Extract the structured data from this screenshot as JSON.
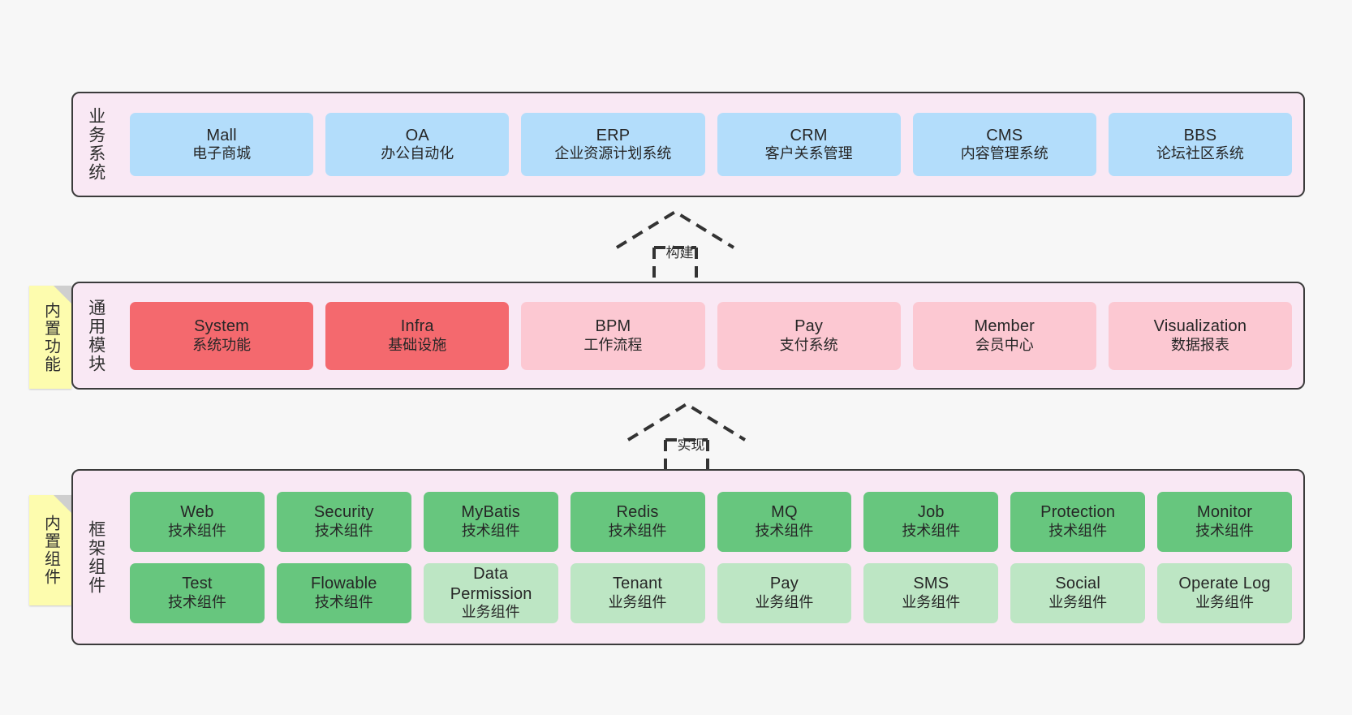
{
  "diagram": {
    "background": "#f7f7f7",
    "panel_bg": "#f9e8f4",
    "panel_border": "#3b3b3b"
  },
  "colors": {
    "business": "#b3ddfb",
    "module_core": "#f4696e",
    "module_other": "#fcc8d2",
    "tech_component": "#67c67e",
    "business_component": "#bde6c4",
    "sticky": "#fdfcae",
    "sticky_fold": "#cfcfcf"
  },
  "layers": [
    {
      "id": "business-system",
      "title": "业务系统",
      "rows": [
        [
          {
            "en": "Mall",
            "cn": "电子商城",
            "color": "#b3ddfb"
          },
          {
            "en": "OA",
            "cn": "办公自动化",
            "color": "#b3ddfb"
          },
          {
            "en": "ERP",
            "cn": "企业资源计划系统",
            "color": "#b3ddfb"
          },
          {
            "en": "CRM",
            "cn": "客户关系管理",
            "color": "#b3ddfb"
          },
          {
            "en": "CMS",
            "cn": "内容管理系统",
            "color": "#b3ddfb"
          },
          {
            "en": "BBS",
            "cn": "论坛社区系统",
            "color": "#b3ddfb"
          }
        ]
      ]
    },
    {
      "id": "common-module",
      "title": "通用模块",
      "sticky": "内置功能",
      "rows": [
        [
          {
            "en": "System",
            "cn": "系统功能",
            "color": "#f4696e"
          },
          {
            "en": "Infra",
            "cn": "基础设施",
            "color": "#f4696e"
          },
          {
            "en": "BPM",
            "cn": "工作流程",
            "color": "#fcc8d2"
          },
          {
            "en": "Pay",
            "cn": "支付系统",
            "color": "#fcc8d2"
          },
          {
            "en": "Member",
            "cn": "会员中心",
            "color": "#fcc8d2"
          },
          {
            "en": "Visualization",
            "cn": "数据报表",
            "color": "#fcc8d2"
          }
        ]
      ]
    },
    {
      "id": "framework-component",
      "title": "框架组件",
      "sticky": "内置组件",
      "rows": [
        [
          {
            "en": "Web",
            "cn": "技术组件",
            "color": "#67c67e"
          },
          {
            "en": "Security",
            "cn": "技术组件",
            "color": "#67c67e"
          },
          {
            "en": "MyBatis",
            "cn": "技术组件",
            "color": "#67c67e"
          },
          {
            "en": "Redis",
            "cn": "技术组件",
            "color": "#67c67e"
          },
          {
            "en": "MQ",
            "cn": "技术组件",
            "color": "#67c67e"
          },
          {
            "en": "Job",
            "cn": "技术组件",
            "color": "#67c67e"
          },
          {
            "en": "Protection",
            "cn": "技术组件",
            "color": "#67c67e"
          },
          {
            "en": "Monitor",
            "cn": "技术组件",
            "color": "#67c67e"
          }
        ],
        [
          {
            "en": "Test",
            "cn": "技术组件",
            "color": "#67c67e"
          },
          {
            "en": "Flowable",
            "cn": "技术组件",
            "color": "#67c67e"
          },
          {
            "en": "Data Permission",
            "cn": "业务组件",
            "color": "#bde6c4"
          },
          {
            "en": "Tenant",
            "cn": "业务组件",
            "color": "#bde6c4"
          },
          {
            "en": "Pay",
            "cn": "业务组件",
            "color": "#bde6c4"
          },
          {
            "en": "SMS",
            "cn": "业务组件",
            "color": "#bde6c4"
          },
          {
            "en": "Social",
            "cn": "业务组件",
            "color": "#bde6c4"
          },
          {
            "en": "Operate Log",
            "cn": "业务组件",
            "color": "#bde6c4"
          }
        ]
      ]
    }
  ],
  "connectors": [
    {
      "id": "build",
      "label": "构建"
    },
    {
      "id": "implement",
      "label": "实现"
    }
  ]
}
